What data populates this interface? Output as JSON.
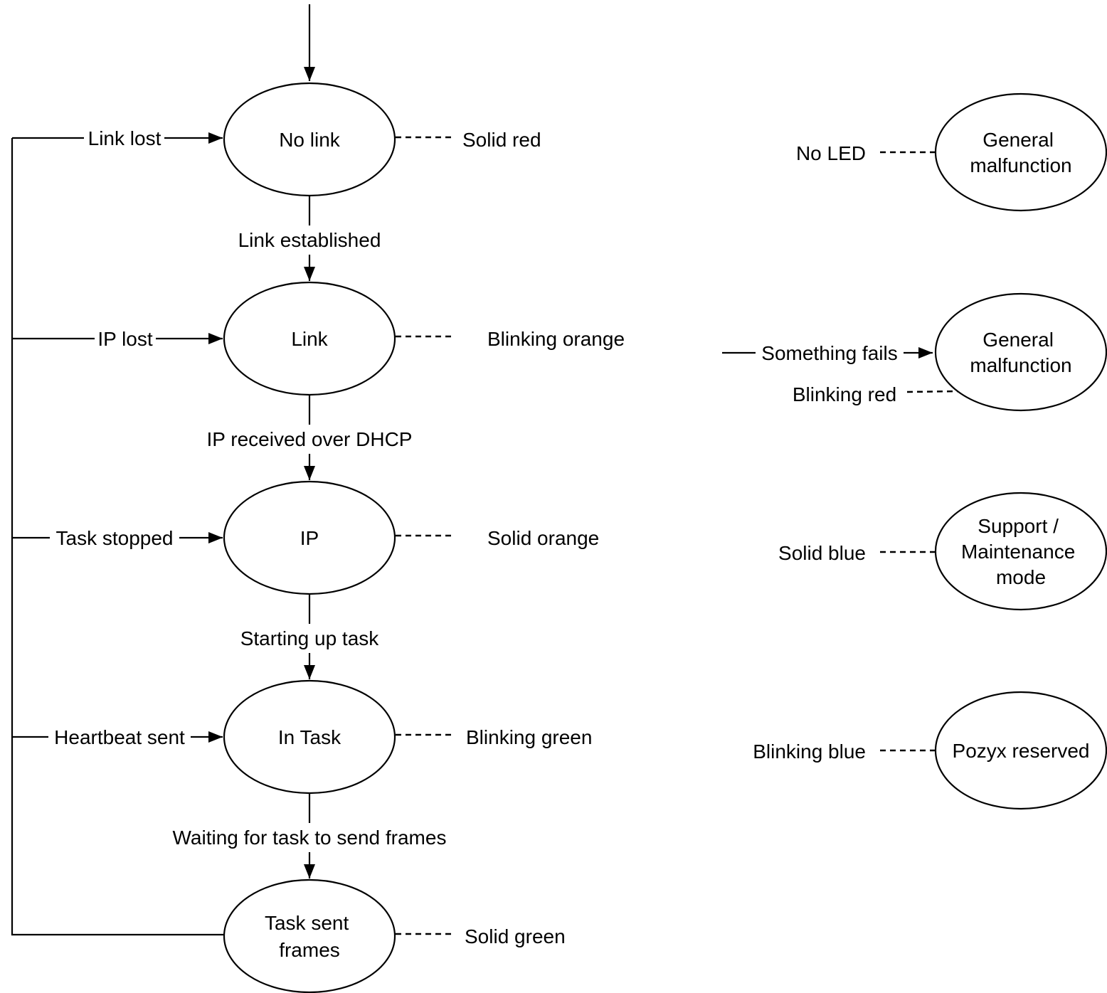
{
  "flow": {
    "states": [
      {
        "label": "No link",
        "led": "Solid red",
        "loop_event": "Link lost"
      },
      {
        "label": "Link",
        "led": "Blinking orange",
        "loop_event": "IP lost",
        "in_transition": "Link established"
      },
      {
        "label": "IP",
        "led": "Solid orange",
        "loop_event": "Task stopped",
        "in_transition": "IP received over DHCP"
      },
      {
        "label": "In Task",
        "led": "Blinking green",
        "loop_event": "Heartbeat sent",
        "in_transition": "Starting up task"
      },
      {
        "label": "Task sent frames",
        "label_lines": [
          "Task sent",
          "frames"
        ],
        "led": "Solid green",
        "in_transition": "Waiting for task to send frames"
      }
    ]
  },
  "legend": {
    "items": [
      {
        "led": "No LED",
        "state": "General malfunction",
        "state_lines": [
          "General",
          "malfunction"
        ]
      },
      {
        "event": "Something fails",
        "led": "Blinking red",
        "state": "General malfunction",
        "state_lines": [
          "General",
          "malfunction"
        ]
      },
      {
        "led": "Solid blue",
        "state": "Support / Maintenance mode",
        "state_lines": [
          "Support /",
          "Maintenance",
          "mode"
        ]
      },
      {
        "led": "Blinking blue",
        "state": "Pozyx reserved",
        "state_lines": [
          "Pozyx reserved"
        ]
      }
    ]
  },
  "colors": {
    "stroke": "#000000",
    "text": "#000000",
    "background": "#ffffff"
  }
}
